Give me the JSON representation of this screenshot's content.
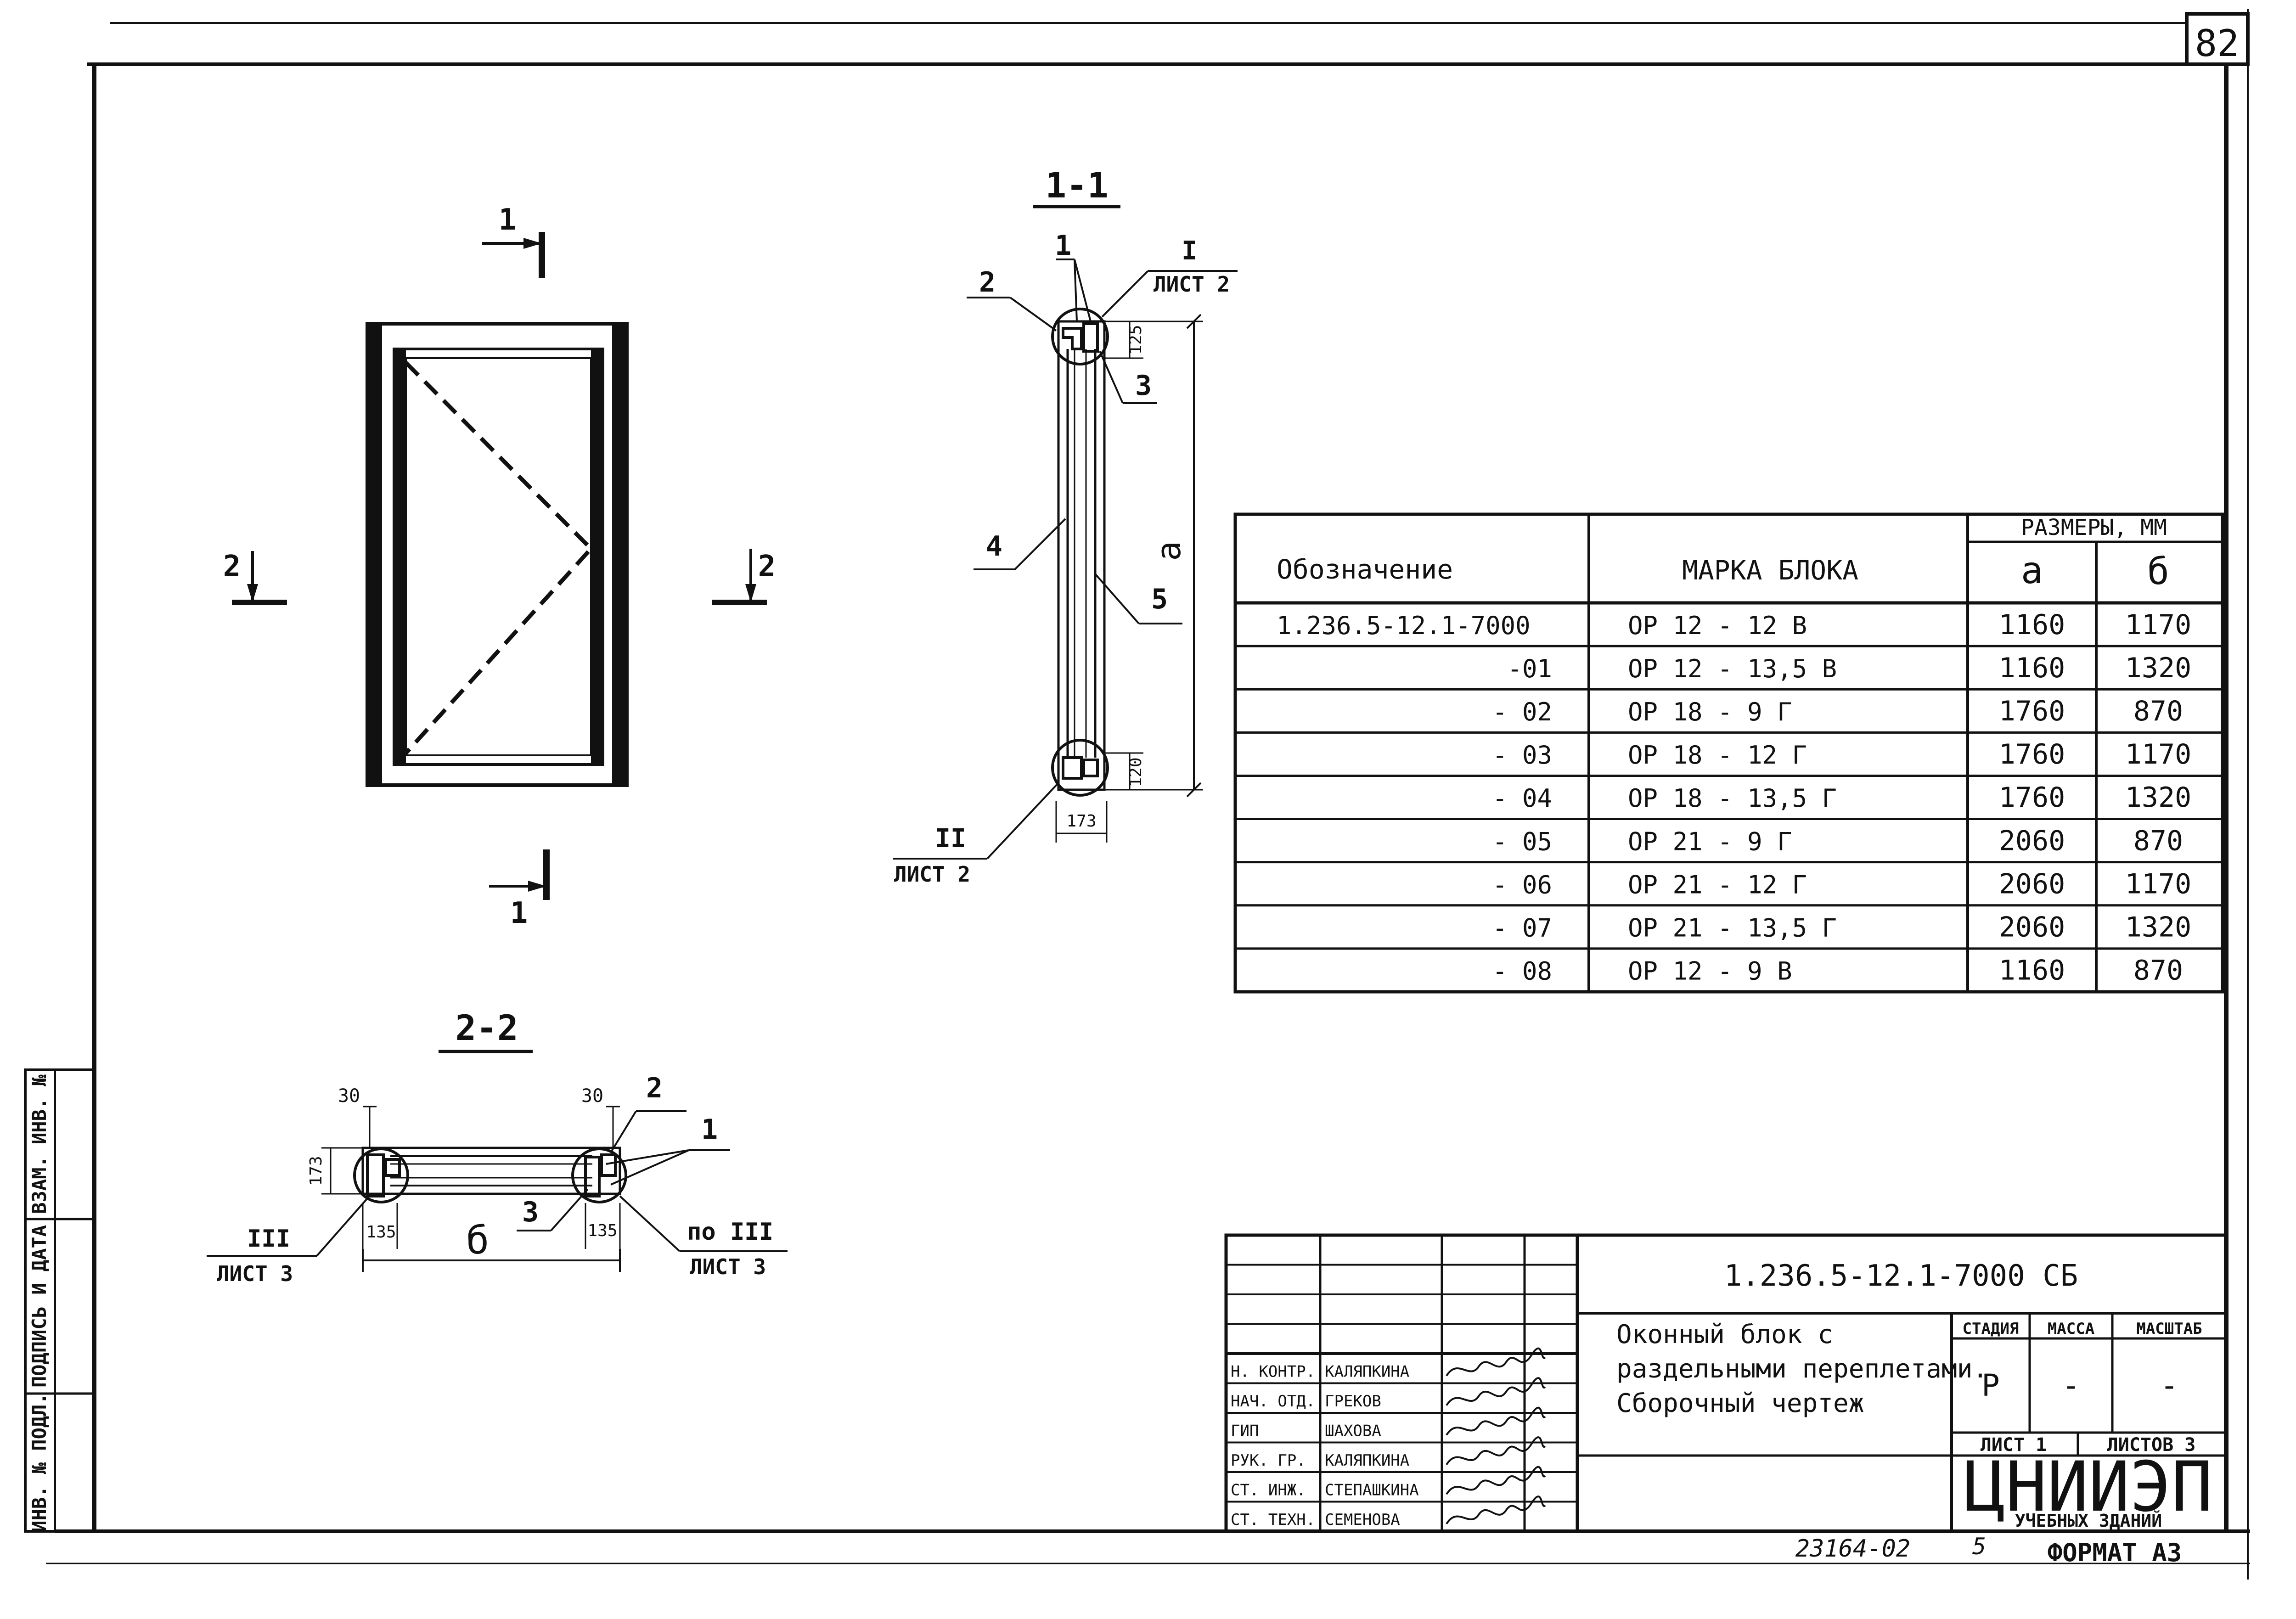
{
  "sheet": {
    "number": "82",
    "format": "ФОРМАТ А3",
    "archive_number": "23164-02",
    "copy_mark": "5"
  },
  "side_stamp": {
    "cells": [
      "ИНВ. № ПОДЛ.",
      "ПОДПИСЬ И ДАТА",
      "ВЗАМ. ИНВ. №"
    ]
  },
  "elevation": {
    "section_1_label": "1",
    "section_2_label": "2"
  },
  "section_1": {
    "title": "1-1",
    "callouts": [
      "1",
      "2",
      "3",
      "4",
      "5"
    ],
    "node_1": "I",
    "node_1_sheet": "ЛИСТ 2",
    "node_2": "II",
    "node_2_sheet": "ЛИСТ 2",
    "dim_top": "125",
    "dim_bottom": "120",
    "dim_depth": "173",
    "dim_height": "а"
  },
  "section_2": {
    "title": "2-2",
    "callouts": [
      "1",
      "2",
      "3"
    ],
    "dim_left_30": "30",
    "dim_right_30": "30",
    "dim_depth": "173",
    "dim_left_135": "135",
    "dim_right_135": "135",
    "dim_width": "б",
    "node_left": "III",
    "node_left_sheet": "ЛИСТ 3",
    "node_right": "по III",
    "node_right_sheet": "ЛИСТ 3"
  },
  "spec_table": {
    "col_designation": "Обозначение",
    "col_brand": "МАРКА БЛОКА",
    "col_sizes": "РАЗМЕРЫ, ММ",
    "col_a": "а",
    "col_b": "б",
    "rows": [
      {
        "designation": "1.236.5-12.1-7000",
        "brand": "ОР 12 - 12 В",
        "a": "1160",
        "b": "1170"
      },
      {
        "designation": "-01",
        "brand": "ОР 12 - 13,5 В",
        "a": "1160",
        "b": "1320"
      },
      {
        "designation": "- 02",
        "brand": "ОР 18 - 9 Г",
        "a": "1760",
        "b": "870"
      },
      {
        "designation": "- 03",
        "brand": "ОР 18 - 12 Г",
        "a": "1760",
        "b": "1170"
      },
      {
        "designation": "- 04",
        "brand": "ОР 18 - 13,5 Г",
        "a": "1760",
        "b": "1320"
      },
      {
        "designation": "- 05",
        "brand": "ОР 21 - 9 Г",
        "a": "2060",
        "b": "870"
      },
      {
        "designation": "- 06",
        "brand": "ОР 21 - 12 Г",
        "a": "2060",
        "b": "1170"
      },
      {
        "designation": "- 07",
        "brand": "ОР 21 - 13,5 Г",
        "a": "2060",
        "b": "1320"
      },
      {
        "designation": "- 08",
        "brand": "ОР 12 - 9 В",
        "a": "1160",
        "b": "870"
      }
    ]
  },
  "title_block": {
    "document_code": "1.236.5-12.1-7000 СБ",
    "title_line_1": "Оконный блок с",
    "title_line_2": "раздельными переплетами.",
    "title_line_3": "Сборочный чертеж",
    "stage_header": "СТАДИЯ",
    "mass_header": "МАССА",
    "scale_header": "МАСШТАБ",
    "stage": "Р",
    "mass": "-",
    "scale": "-",
    "sheet_label": "ЛИСТ 1",
    "sheets_label": "ЛИСТОВ 3",
    "org_name": "ЦНИИЭП",
    "org_sub": "УЧЕБНЫХ ЗДАНИЙ",
    "roles": [
      {
        "role": "Н. КОНТР.",
        "name": "КАЛЯПКИНА"
      },
      {
        "role": "НАЧ. ОТД.",
        "name": "ГРЕКОВ"
      },
      {
        "role": "ГИП",
        "name": "ШАХОВА"
      },
      {
        "role": "РУК. ГР.",
        "name": "КАЛЯПКИНА"
      },
      {
        "role": "СТ. ИНЖ.",
        "name": "СТЕПАШКИНА"
      },
      {
        "role": "СТ. ТЕХН.",
        "name": "СЕМЕНОВА"
      }
    ]
  }
}
